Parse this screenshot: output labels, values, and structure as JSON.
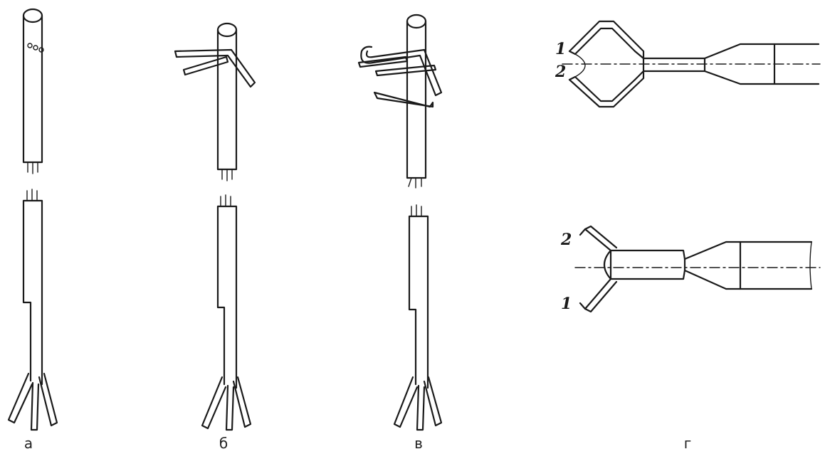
{
  "captions": {
    "a": "а",
    "b": "б",
    "v": "в",
    "g": "г"
  },
  "labels": {
    "g_top_1": "1",
    "g_top_2": "2",
    "g_bottom_2": "2",
    "g_bottom_1": "1"
  }
}
